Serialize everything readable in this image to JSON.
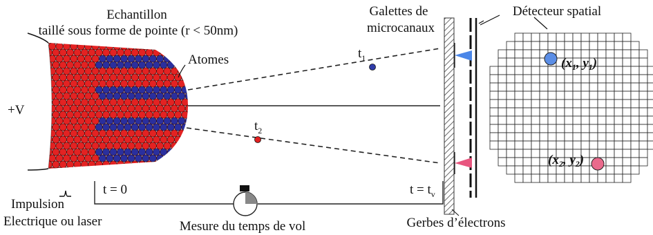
{
  "labels": {
    "sample_title": "Echantillon",
    "sample_subtitle": "taillé sous forme de pointe (r < 50nm)",
    "atoms": "Atomes",
    "voltage": "+V",
    "pulse": "Impulsion",
    "pulse_type": "Electrique ou laser",
    "t_zero": "t = 0",
    "t_v": "t = t",
    "t_v_sub": "v",
    "t1": "t",
    "t1_sub": "1",
    "t2": "t",
    "t2_sub": "2",
    "mcp_line1": "Galettes de",
    "mcp_line2": "microcanaux",
    "detector": "Détecteur spatial",
    "coord1": "(x",
    "coord1_sub": "1",
    "coord1_mid": ", y",
    "coord1_sub2": "1",
    "coord1_end": ")",
    "coord2": "(x",
    "coord2_sub": "2",
    "coord2_mid": ", y",
    "coord2_sub2": "2",
    "coord2_end": ")",
    "tof": "Mesure du temps de vol",
    "electron_showers": "Gerbes d’électrons"
  },
  "colors": {
    "atom_red": "#e32222",
    "atom_blue": "#2a2f9e",
    "ion_blue": "#2f3ca8",
    "ion_red": "#e12020",
    "hit_blue": "#5b8ee6",
    "hit_pink": "#ea6a8c",
    "beam_blue": "#4a86e8",
    "beam_pink": "#e8567f"
  },
  "icons": {
    "clock": "stopwatch-icon",
    "pulse": "pulse-icon"
  }
}
